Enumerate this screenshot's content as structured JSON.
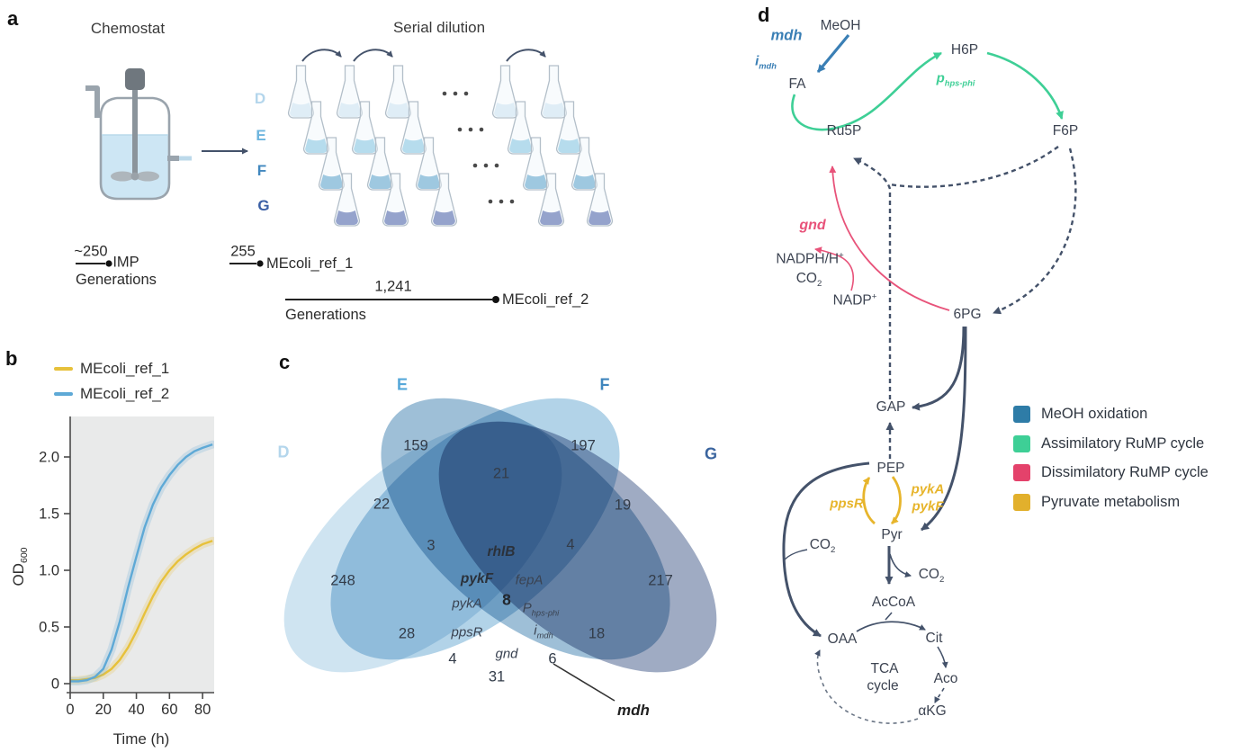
{
  "panel_labels": {
    "a": "a",
    "b": "b",
    "c": "c",
    "d": "d"
  },
  "panel_a": {
    "chemostat_title": "Chemostat",
    "serial_dilution_title": "Serial dilution",
    "flask_rows": [
      {
        "label": "D",
        "label_color": "#b4d6ec",
        "liquid_color": "#cde4f2"
      },
      {
        "label": "E",
        "label_color": "#6db5de",
        "liquid_color": "#7ec2e0"
      },
      {
        "label": "F",
        "label_color": "#4288bf",
        "liquid_color": "#4e9ac7"
      },
      {
        "label": "G",
        "label_color": "#3a5fa5",
        "liquid_color": "#3c519f"
      }
    ],
    "annotations": {
      "chemostat_gen": {
        "value": "~250",
        "label": "Generations",
        "endpoint": "IMP"
      },
      "ref1_gen": {
        "value": "255",
        "endpoint": "MEcoli_ref_1"
      },
      "ref2_gen": {
        "value": "1,241",
        "label": "Generations",
        "endpoint": "MEcoli_ref_2"
      }
    }
  },
  "chart_data": {
    "type": "line",
    "xlabel": "Time (h)",
    "ylabel": "OD",
    "ylabel_sub": "600",
    "xlim": [
      0,
      87
    ],
    "ylim": [
      -0.05,
      2.35
    ],
    "xticks": [
      0,
      20,
      40,
      60,
      80
    ],
    "yticks": [
      0,
      0.5,
      1.0,
      1.5,
      2.0
    ],
    "ytick_labels": [
      "0",
      "0.5",
      "1.0",
      "1.5",
      "2.0"
    ],
    "grid": false,
    "legend_position": "top-left",
    "plot_bg": "#e9eaea",
    "x": [
      0,
      5,
      10,
      15,
      20,
      25,
      30,
      35,
      40,
      45,
      50,
      55,
      60,
      65,
      70,
      75,
      80,
      86
    ],
    "series": [
      {
        "name": "MEcoli_ref_1",
        "color": "#e7c13b",
        "band_color": "rgba(231,193,59,0.22)",
        "values": [
          0.03,
          0.03,
          0.04,
          0.05,
          0.08,
          0.13,
          0.21,
          0.32,
          0.46,
          0.62,
          0.77,
          0.9,
          1.0,
          1.08,
          1.14,
          1.19,
          1.23,
          1.26
        ]
      },
      {
        "name": "MEcoli_ref_2",
        "color": "#5ea9d6",
        "band_color": "rgba(94,169,214,0.22)",
        "values": [
          0.02,
          0.02,
          0.03,
          0.06,
          0.13,
          0.3,
          0.55,
          0.85,
          1.12,
          1.38,
          1.58,
          1.73,
          1.84,
          1.93,
          2.0,
          2.05,
          2.08,
          2.11
        ]
      }
    ]
  },
  "venn": {
    "set_labels": [
      {
        "text": "D",
        "color": "#b4d6ec"
      },
      {
        "text": "E",
        "color": "#57a8d9"
      },
      {
        "text": "F",
        "color": "#3f85bd"
      },
      {
        "text": "G",
        "color": "#3a649e"
      }
    ],
    "ellipse_fills": [
      "rgba(168,205,230,0.55)",
      "rgba(126,182,217,0.60)",
      "rgba(94,149,188,0.60)",
      "rgba(100,120,158,0.62)"
    ],
    "regions": [
      {
        "value": "248"
      },
      {
        "value": "159"
      },
      {
        "value": "197"
      },
      {
        "value": "217"
      },
      {
        "value": "22"
      },
      {
        "value": "21"
      },
      {
        "value": "19"
      },
      {
        "value": "3"
      },
      {
        "value": "4"
      },
      {
        "value": "28"
      },
      {
        "value": "18"
      },
      {
        "value": "4"
      },
      {
        "value": "6"
      },
      {
        "value": "31"
      },
      {
        "value": "8"
      }
    ],
    "genes": {
      "rhlB": "rhlB",
      "pykF": "pykF",
      "fepA": "fepA",
      "pykA": "pykA",
      "ppsR": "ppsR",
      "gnd": "gnd",
      "p_base": "P",
      "p_sub": "hps-phi",
      "i_base": "i",
      "i_sub": "mdh"
    },
    "callout": "mdh"
  },
  "pathway": {
    "nodes": {
      "meoh": "MeOH",
      "fa": "FA",
      "h6p": "H6P",
      "ru5p": "Ru5P",
      "f6p": "F6P",
      "pg6": "6PG",
      "gap": "GAP",
      "pep": "PEP",
      "pyr": "Pyr",
      "accoa": "AcCoA",
      "oaa": "OAA",
      "cit": "Cit",
      "aco": "Aco",
      "akg": "αKG",
      "tca_line1": "TCA",
      "tca_line2": "cycle",
      "nadph_base": "NADPH/H",
      "nadph_sup": "+",
      "nadp_base": "NADP",
      "nadp_sup": "+",
      "co2_base": "CO",
      "co2_sub": "2"
    },
    "enzymes": {
      "mdh": "mdh",
      "i_base": "i",
      "i_sub": "mdh",
      "p_base": "p",
      "p_sub": "hps-phi",
      "gnd": "gnd",
      "ppsR": "ppsR",
      "pykA": "pykA",
      "pykF": "pykF"
    },
    "legend": [
      {
        "label": "MeOH oxidation",
        "color": "#2e7ca7"
      },
      {
        "label": "Assimilatory RuMP cycle",
        "color": "#3ecf96"
      },
      {
        "label": "Dissimilatory RuMP cycle",
        "color": "#e4426b"
      },
      {
        "label": "Pyruvate metabolism",
        "color": "#e2b02c"
      }
    ],
    "colors": {
      "dark": "#44526a",
      "green": "#3ecf96",
      "pink": "#e8537a",
      "blue": "#3a7fb5",
      "yellow": "#e7b52c"
    }
  }
}
